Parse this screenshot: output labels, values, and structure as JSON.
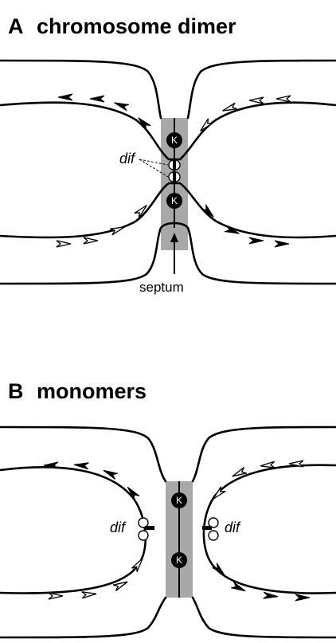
{
  "panel_a": {
    "letter": "A",
    "title": "chromosome dimer",
    "dif_label": "dif",
    "septum_label": "septum",
    "k_labels": [
      "K",
      "K"
    ]
  },
  "panel_b": {
    "letter": "B",
    "title": "monomers",
    "dif_left_label": "dif",
    "dif_right_label": "dif",
    "k_labels": [
      "K",
      "K"
    ]
  },
  "colors": {
    "septum": "#a8a8a8",
    "ink": "#000000",
    "k_fill": "#000000",
    "k_text": "#ffffff"
  },
  "icons": {
    "filled_arrow": "filled-arrowhead-icon",
    "open_arrow": "open-arrowhead-icon",
    "dif_site": "dif-site-icon",
    "k_circle": "ftsk-circle-icon"
  }
}
